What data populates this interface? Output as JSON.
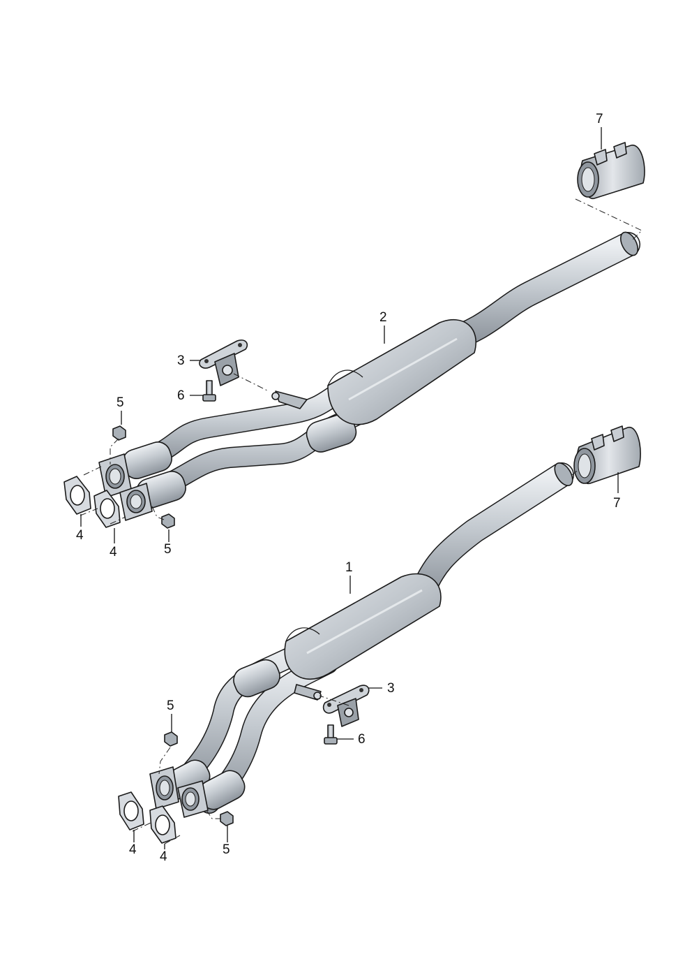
{
  "colors": {
    "metal": "#b9bfc6",
    "metal_light": "#dfe3e7",
    "metal_dark": "#8f969e",
    "line": "#1a1a1a"
  },
  "callouts": {
    "part_1": "1",
    "part_2": "2",
    "part_3_upper": "3",
    "part_3_lower": "3",
    "part_4_upper_a": "4",
    "part_4_upper_b": "4",
    "part_4_lower_a": "4",
    "part_4_lower_b": "4",
    "part_5_upper_a": "5",
    "part_5_upper_b": "5",
    "part_5_lower_a": "5",
    "part_5_lower_b": "5",
    "part_6_upper": "6",
    "part_6_lower": "6",
    "part_7_upper": "7",
    "part_7_lower": "7"
  }
}
